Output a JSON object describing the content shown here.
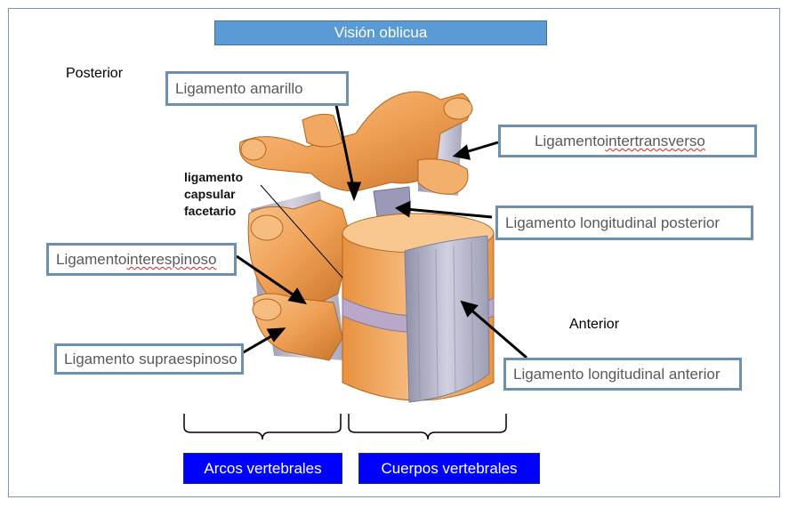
{
  "title": "Visión  oblicua",
  "orientation": {
    "posterior": "Posterior",
    "anterior": "Anterior"
  },
  "labels": {
    "amarillo": "Ligamento amarillo",
    "intertransverso_prefix": "Ligamento ",
    "intertransverso_word": "intertransverso",
    "long_posterior": "Ligamento longitudinal  posterior",
    "interespinoso_prefix": "Ligamento ",
    "interespinoso_word": "interespinoso",
    "supraespinoso": "Ligamento supraespinoso",
    "long_anterior": "Ligamento longitudinal  anterior",
    "capsular_line1": "ligamento",
    "capsular_line2": "capsular",
    "capsular_line3": "facetario"
  },
  "groups": {
    "arcos": "Arcos vertebrales",
    "cuerpos": "Cuerpos vertebrales"
  },
  "colors": {
    "title_bg": "#5b9bd5",
    "label_border": "#6d8fb0",
    "group_bg": "#0000ff",
    "bone": "#f2a65a",
    "ligament": "#a8a8c0"
  }
}
